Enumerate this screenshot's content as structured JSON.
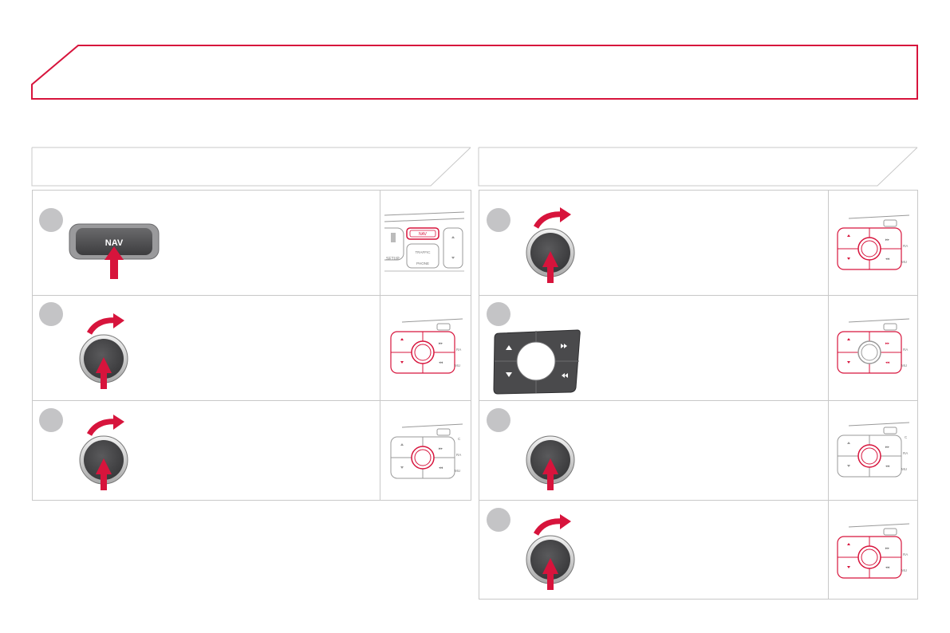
{
  "nav_button_label": "NAV",
  "thumb_labels": {
    "setup": "SETUP",
    "nav": "NAV",
    "traffic": "TRAFFIC",
    "phone": "PHONE",
    "ra": "RA",
    "mu": "MU",
    "c": "C"
  },
  "colors": {
    "accent": "#d7143c",
    "panel_border": "#c8c8c8",
    "step_circle": "#c4c4c6",
    "knob": "#4a4a4c"
  }
}
